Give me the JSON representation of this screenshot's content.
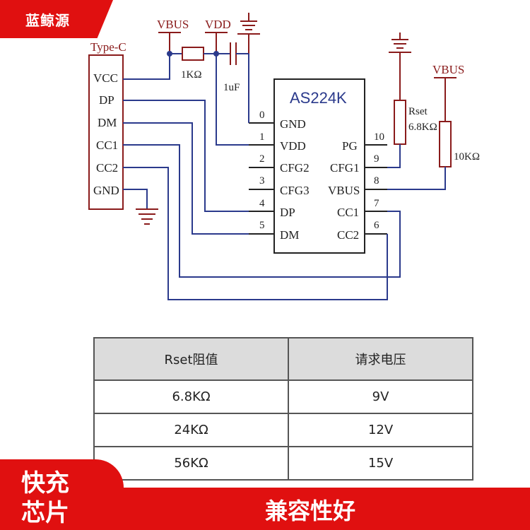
{
  "brand": {
    "name": "蓝鲸源"
  },
  "schematic": {
    "connector": {
      "title": "Type-C",
      "pins": [
        "VCC",
        "DP",
        "DM",
        "CC1",
        "CC2",
        "GND"
      ]
    },
    "chip": {
      "name": "AS224K",
      "left_pins": [
        {
          "num": "0",
          "name": "GND"
        },
        {
          "num": "1",
          "name": "VDD"
        },
        {
          "num": "2",
          "name": "CFG2"
        },
        {
          "num": "3",
          "name": "CFG3"
        },
        {
          "num": "4",
          "name": "DP"
        },
        {
          "num": "5",
          "name": "DM"
        }
      ],
      "right_pins": [
        {
          "num": "10",
          "name": "PG"
        },
        {
          "num": "9",
          "name": "CFG1"
        },
        {
          "num": "8",
          "name": "VBUS"
        },
        {
          "num": "7",
          "name": "CC1"
        },
        {
          "num": "6",
          "name": "CC2"
        }
      ]
    },
    "net_labels": {
      "vbus_top": "VBUS",
      "vdd_top": "VDD",
      "vbus_right": "VBUS"
    },
    "components": {
      "r_series": "1KΩ",
      "capacitor": "1uF",
      "rset_name": "Rset",
      "rset_value": "6.8KΩ",
      "r_pullup": "10KΩ"
    }
  },
  "table": {
    "headers": [
      "Rset阻值",
      "请求电压"
    ],
    "rows": [
      [
        "6.8KΩ",
        "9V"
      ],
      [
        "24KΩ",
        "12V"
      ],
      [
        "56KΩ",
        "15V"
      ]
    ]
  },
  "badge": {
    "line1": "快充",
    "line2": "芯片"
  },
  "bottom_bar": {
    "text": "兼容性好"
  },
  "colors": {
    "accent": "#e01010",
    "wire": "#2b3a8c",
    "component": "#8a1b1b"
  }
}
